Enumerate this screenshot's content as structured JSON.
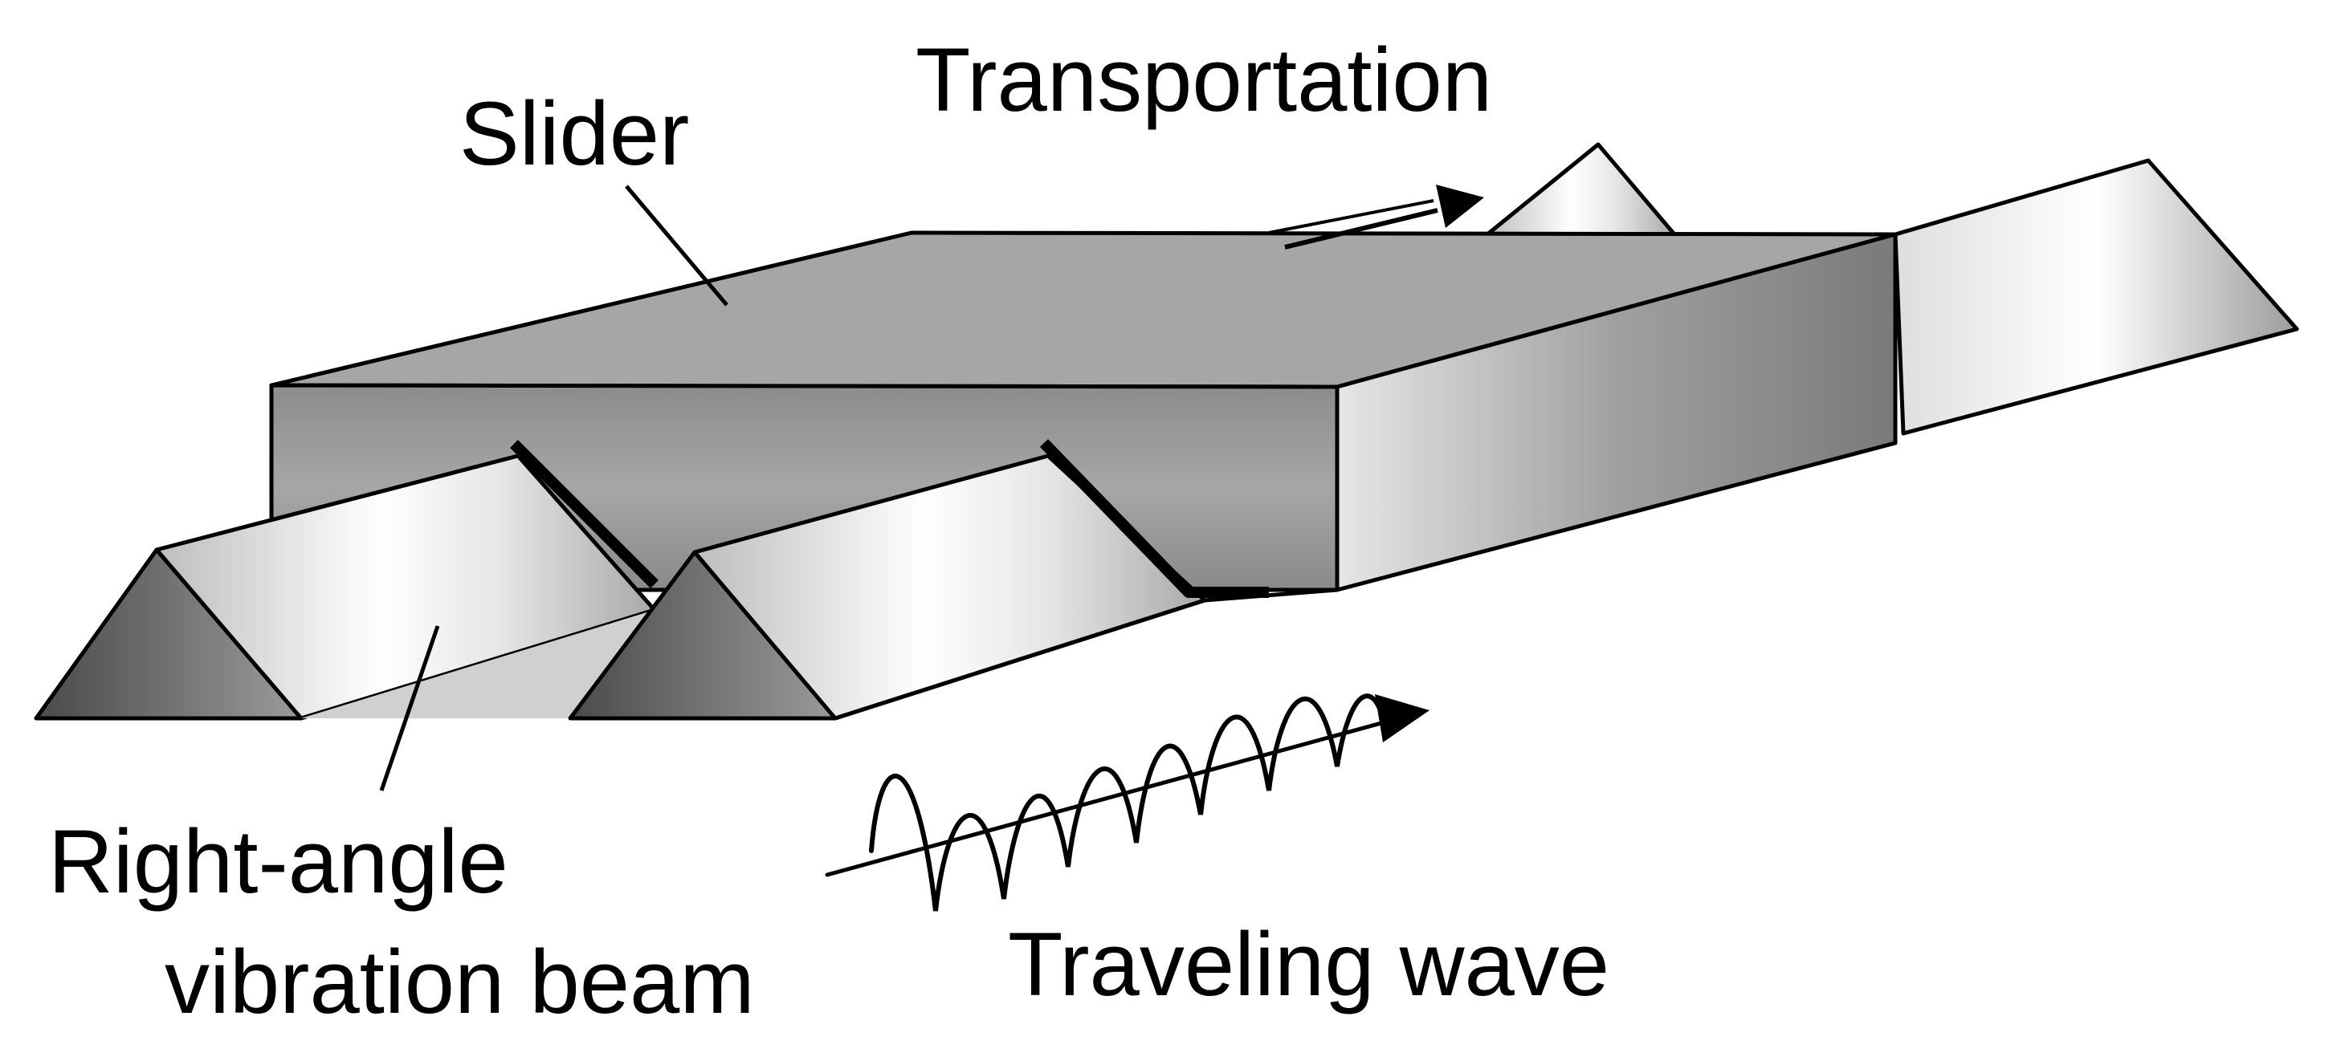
{
  "diagram": {
    "labels": {
      "slider": "Slider",
      "transportation": "Transportation",
      "beam_line1": "Right-angle",
      "beam_line2": "vibration beam",
      "traveling_wave": "Traveling wave"
    }
  }
}
